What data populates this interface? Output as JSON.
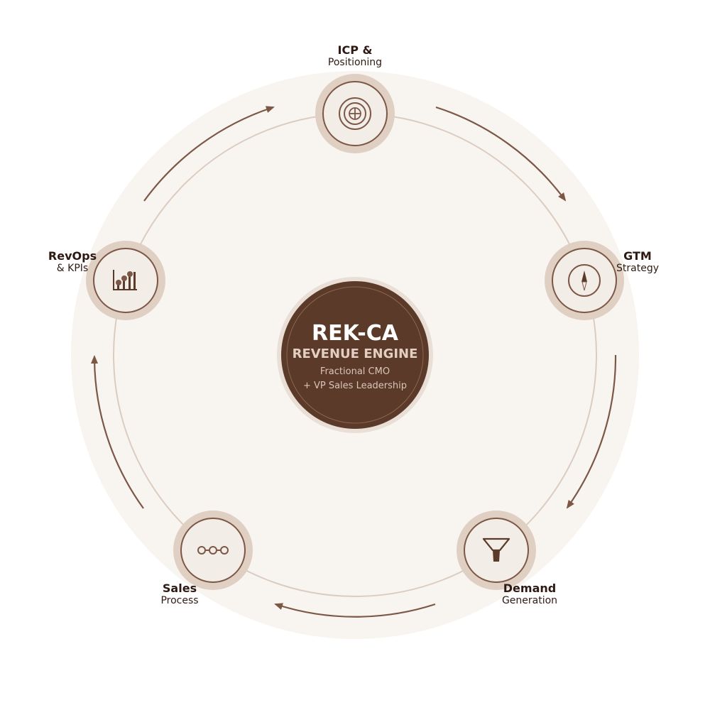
{
  "center": {
    "brand": "REK-CA",
    "engine": "REVENUE ENGINE",
    "line1": "Fractional CMO",
    "line2": "+ VP Sales Leadership"
  },
  "nodes": [
    {
      "id": "icp",
      "title": "ICP &",
      "subtitle": "Positioning",
      "icon": "target-icon"
    },
    {
      "id": "gtm",
      "title": "GTM",
      "subtitle": "Strategy",
      "icon": "compass-icon"
    },
    {
      "id": "demand",
      "title": "Demand",
      "subtitle": "Generation",
      "icon": "funnel-icon"
    },
    {
      "id": "sales",
      "title": "Sales",
      "subtitle": "Process",
      "icon": "pipeline-icon"
    },
    {
      "id": "revops",
      "title": "RevOps",
      "subtitle": "& KPIs",
      "icon": "bar-chart-icon"
    }
  ],
  "colors": {
    "background_disc": "#f8f5f1",
    "node_ring": "#e0d0c4",
    "node_fill": "#f3ede7",
    "accent": "#7d5746",
    "hub": "#5b3a2a",
    "hub_text": "#ffffff",
    "hub_subtext": "#e3cfc2",
    "label_text": "#2e1a12",
    "orbit_line": "#dcccc0"
  }
}
